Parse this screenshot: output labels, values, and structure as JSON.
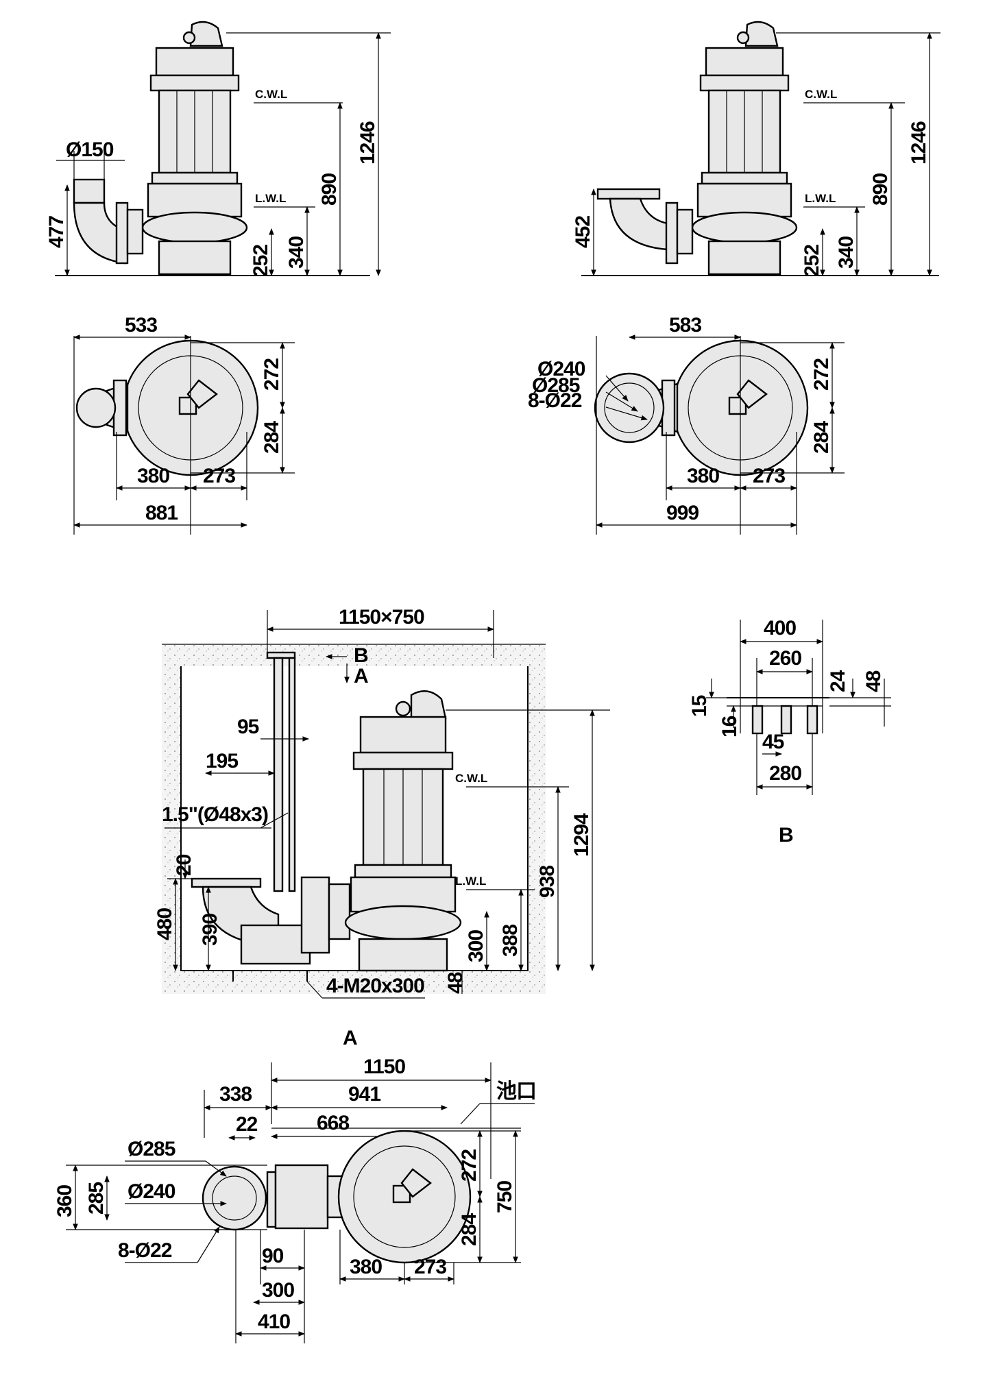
{
  "views": {
    "top_left": {
      "levels": {
        "cwl": "C.W.L",
        "lwl": "L.W.L"
      },
      "dims": {
        "outlet_dia": "Ø150",
        "h_total": "1246",
        "h_cwl": "890",
        "h_lwl": "340",
        "h_outlet": "252",
        "h_side": "477"
      }
    },
    "top_right": {
      "levels": {
        "cwl": "C.W.L",
        "lwl": "L.W.L"
      },
      "dims": {
        "h_total": "1246",
        "h_cwl": "890",
        "h_lwl": "340",
        "h_outlet": "252",
        "h_side": "452"
      }
    },
    "plan_left": {
      "dims": {
        "w_top": "533",
        "h_top": "272",
        "h_bot": "284",
        "w_a": "380",
        "w_b": "273",
        "w_total": "881"
      }
    },
    "plan_right": {
      "dims": {
        "w_top": "583",
        "d240": "Ø240",
        "d285": "Ø285",
        "holes": "8-Ø22",
        "h_top": "272",
        "h_bot": "284",
        "w_a": "380",
        "w_b": "273",
        "w_total": "999"
      }
    },
    "section": {
      "pit": "1150×750",
      "marker_b": "B",
      "marker_a": "A",
      "levels": {
        "cwl": "C.W.L",
        "lwl": "L.W.L"
      },
      "dims": {
        "d95": "95",
        "d195": "195",
        "pipe": "1.5\"(Ø48x3)",
        "d20": "20",
        "d480": "480",
        "d390": "390",
        "d300": "300",
        "d388": "388",
        "d938": "938",
        "d1294": "1294",
        "d48": "48",
        "bolts": "4-M20x300"
      }
    },
    "detail_b": {
      "title": "B",
      "dims": {
        "w400": "400",
        "w260": "260",
        "h15": "15",
        "h16": "16",
        "h24": "24",
        "h48": "48",
        "w45": "45",
        "w280": "280"
      }
    },
    "view_a": {
      "title": "A",
      "pit_label": "池口",
      "dims": {
        "w1150": "1150",
        "w338": "338",
        "w941": "941",
        "w22": "22",
        "w668": "668",
        "d285": "Ø285",
        "d240": "Ø240",
        "holes": "8-Ø22",
        "h360": "360",
        "h285": "285",
        "h272": "272",
        "h284": "284",
        "h750": "750",
        "w90": "90",
        "w300": "300",
        "w380": "380",
        "w273": "273",
        "w410": "410"
      }
    }
  }
}
